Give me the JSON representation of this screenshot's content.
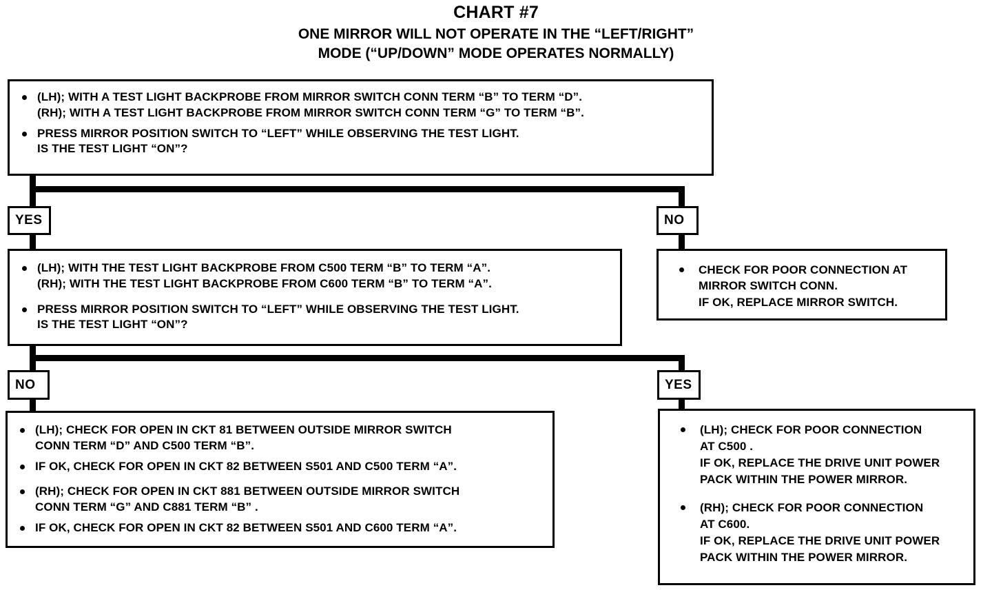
{
  "chart_data": {
    "type": "diagram",
    "title": "CHART #7",
    "subtitle_line1": "ONE MIRROR WILL NOT OPERATE IN THE “LEFT/RIGHT”",
    "subtitle_line2": "MODE (“UP/DOWN” MODE OPERATES NORMALLY)",
    "nodes": [
      {
        "id": "step1",
        "bullets": [
          "(LH); WITH A TEST LIGHT BACKPROBE FROM MIRROR SWITCH CONN TERM “B” TO TERM “D”.\n(RH); WITH A TEST LIGHT BACKPROBE FROM MIRROR SWITCH CONN TERM “G” TO TERM “B”.",
          "PRESS MIRROR  POSITION SWITCH TO “LEFT” WHILE OBSERVING THE TEST LIGHT.\nIS THE TEST LIGHT “ON”?"
        ]
      },
      {
        "id": "step2",
        "bullets": [
          "(LH); WITH THE TEST LIGHT BACKPROBE FROM C500 TERM “B” TO TERM “A”.\n(RH); WITH THE TEST LIGHT BACKPROBE FROM C600 TERM “B” TO TERM “A”.",
          "PRESS MIRROR POSITION SWITCH TO “LEFT” WHILE OBSERVING THE TEST  LIGHT.\nIS THE TEST LIGHT “ON”?"
        ]
      },
      {
        "id": "no1",
        "bullets": [
          "CHECK FOR POOR CONNECTION AT\nMIRROR SWITCH CONN.\nIF OK, REPLACE MIRROR SWITCH."
        ]
      },
      {
        "id": "no2",
        "bullets": [
          "(LH); CHECK FOR OPEN IN CKT 81 BETWEEN OUTSIDE MIRROR SWITCH\nCONN TERM “D” AND C500 TERM “B”.",
          "IF OK, CHECK FOR OPEN IN CKT 82 BETWEEN S501 AND C500 TERM “A”.",
          "(RH); CHECK FOR OPEN IN CKT 881 BETWEEN OUTSIDE MIRROR SWITCH\nCONN TERM “G” AND C881 TERM “B” .",
          "IF OK, CHECK FOR OPEN IN CKT 82 BETWEEN S501 AND C600 TERM “A”."
        ]
      },
      {
        "id": "yes2",
        "bullets": [
          "(LH); CHECK FOR POOR CONNECTION\nAT C500 .\nIF OK, REPLACE THE DRIVE UNIT POWER\nPACK WITHIN THE POWER MIRROR.",
          "(RH); CHECK FOR POOR CONNECTION\nAT C600.\nIF OK, REPLACE THE DRIVE UNIT POWER\nPACK WITHIN THE POWER MIRROR."
        ]
      }
    ],
    "decision_labels": [
      {
        "id": "d1-yes",
        "label": "YES"
      },
      {
        "id": "d1-no",
        "label": "NO"
      },
      {
        "id": "d2-no",
        "label": "NO"
      },
      {
        "id": "d2-yes",
        "label": "YES"
      }
    ],
    "colors": {
      "ink": "#000000",
      "paper": "#ffffff"
    }
  },
  "header": {
    "title": "CHART #7",
    "subtitle_line1": "ONE MIRROR WILL NOT OPERATE IN THE “LEFT/RIGHT”",
    "subtitle_line2": "MODE (“UP/DOWN” MODE OPERATES NORMALLY)"
  },
  "step1": {
    "bullet1": "(LH); WITH A TEST LIGHT BACKPROBE FROM MIRROR SWITCH CONN TERM “B” TO TERM “D”.\n(RH); WITH A TEST LIGHT BACKPROBE FROM MIRROR SWITCH CONN TERM “G” TO TERM “B”.",
    "bullet2": "PRESS MIRROR  POSITION SWITCH TO “LEFT” WHILE OBSERVING THE TEST LIGHT.\nIS THE TEST LIGHT “ON”?"
  },
  "branch1": {
    "yes": "YES",
    "no": "NO"
  },
  "step2": {
    "bullet1": "(LH); WITH THE TEST LIGHT BACKPROBE FROM C500 TERM “B” TO TERM “A”.\n(RH); WITH THE TEST LIGHT BACKPROBE FROM C600 TERM “B” TO TERM “A”.",
    "bullet2": "PRESS MIRROR POSITION SWITCH TO “LEFT” WHILE OBSERVING THE TEST  LIGHT.\nIS THE TEST LIGHT “ON”?"
  },
  "result_no1": {
    "bullet1": "CHECK FOR POOR CONNECTION AT\nMIRROR SWITCH CONN.\nIF OK, REPLACE MIRROR SWITCH."
  },
  "branch2": {
    "no": "NO",
    "yes": "YES"
  },
  "result_no2": {
    "bullet1": "(LH); CHECK FOR OPEN IN CKT 81 BETWEEN OUTSIDE MIRROR SWITCH\nCONN TERM “D” AND C500 TERM “B”.",
    "bullet2": "IF OK, CHECK FOR OPEN IN CKT 82 BETWEEN S501 AND C500 TERM “A”.",
    "bullet3": "(RH); CHECK FOR OPEN IN CKT 881 BETWEEN OUTSIDE MIRROR SWITCH\nCONN TERM “G” AND C881 TERM “B” .",
    "bullet4": "IF OK, CHECK FOR OPEN IN CKT 82 BETWEEN S501 AND C600 TERM “A”."
  },
  "result_yes2": {
    "bullet1": "(LH); CHECK FOR POOR CONNECTION\nAT C500 .\nIF OK, REPLACE THE DRIVE UNIT POWER\nPACK WITHIN THE POWER MIRROR.",
    "bullet2": "(RH); CHECK FOR POOR CONNECTION\nAT C600.\nIF OK, REPLACE THE DRIVE UNIT POWER\nPACK WITHIN THE POWER MIRROR."
  }
}
